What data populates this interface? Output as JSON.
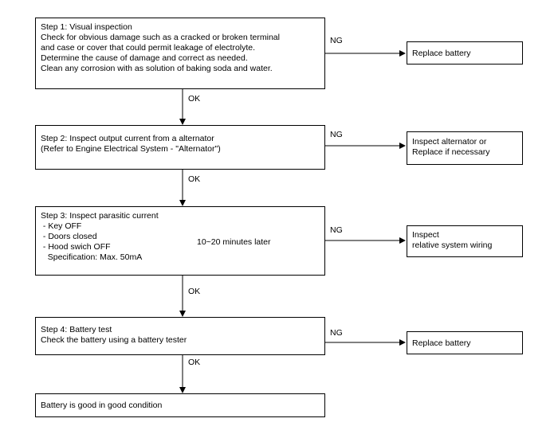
{
  "steps": [
    {
      "lines": [
        "Step 1: Visual inspection",
        "Check for obvious damage such as a cracked or broken terminal",
        "and case or cover that could permit leakage of electrolyte.",
        "Determine the cause of damage and correct as needed.",
        "Clean any corrosion with as solution of baking soda and water."
      ],
      "ng_label": "NG",
      "ng_action": [
        "Replace battery"
      ],
      "ok_label": "OK"
    },
    {
      "lines": [
        "Step 2: Inspect output current from a alternator",
        "(Refer to Engine Electrical System - \"Alternator\")"
      ],
      "ng_label": "NG",
      "ng_action": [
        "Inspect alternator or",
        "Replace if necessary"
      ],
      "ok_label": "OK"
    },
    {
      "lines": [
        "Step 3: Inspect parasitic current",
        " - Key OFF",
        " - Doors closed",
        " - Hood swich OFF",
        "   Specification: Max. 50mA"
      ],
      "bracket_note": "10~20 minutes later",
      "ng_label": "NG",
      "ng_action": [
        "Inspect",
        "relative system wiring"
      ],
      "ok_label": "OK"
    },
    {
      "lines": [
        "Step 4: Battery test",
        "Check the battery using a battery tester"
      ],
      "ng_label": "NG",
      "ng_action": [
        "Replace battery"
      ],
      "ok_label": "OK"
    }
  ],
  "result": "Battery is good in good condition"
}
